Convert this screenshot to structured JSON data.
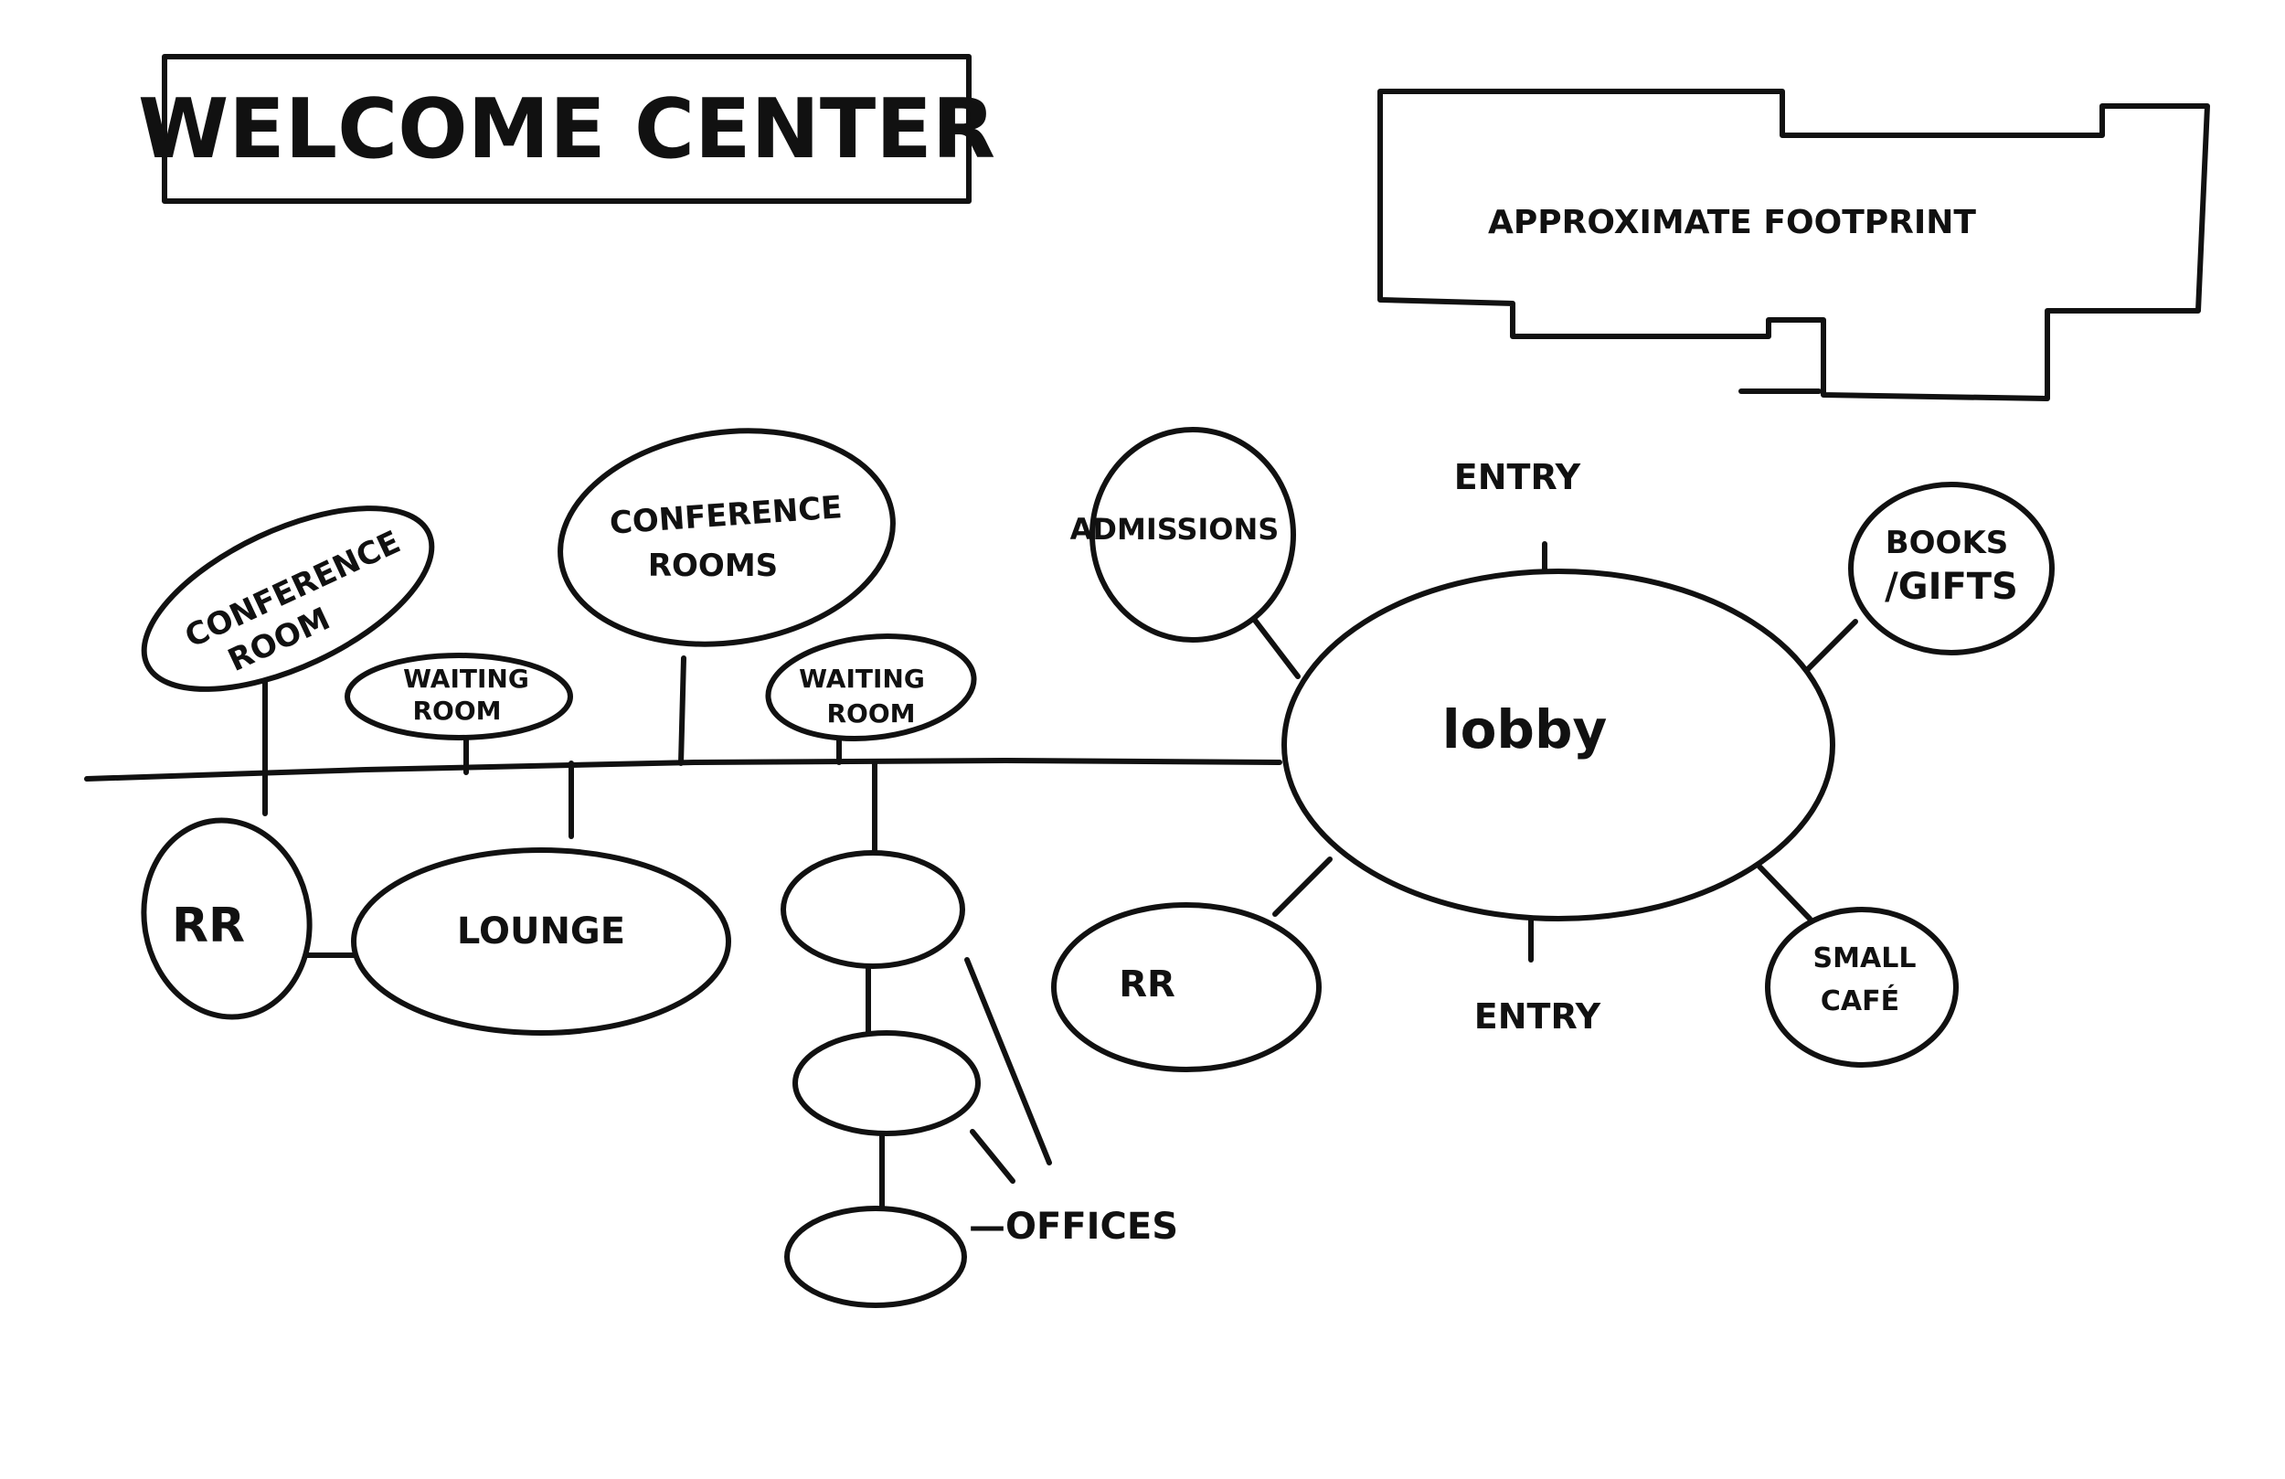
{
  "title": "WELCOME CENTER",
  "footprint_label": "APPROXIMATE FOOTPRINT",
  "nodes": {
    "conference_room": [
      "CONFERENCE",
      "ROOM"
    ],
    "waiting_room_left": [
      "WAITING",
      "ROOM"
    ],
    "conference_rooms": [
      "CONFERENCE",
      "ROOMS"
    ],
    "waiting_room_right": [
      "WAITING",
      "ROOM"
    ],
    "admissions": "ADMISSIONS",
    "lobby": "lobby",
    "books_gifts": [
      "BOOKS",
      "/GIFTS"
    ],
    "small_cafe": [
      "SMALL",
      "CAFÉ"
    ],
    "rr_left": "RR",
    "lounge": "LOUNGE",
    "rr_right": "RR",
    "entry_top": "ENTRY",
    "entry_bottom": "ENTRY",
    "offices": "—OFFICES"
  },
  "colors": {
    "ink": "#111111",
    "paper": "#ffffff"
  }
}
